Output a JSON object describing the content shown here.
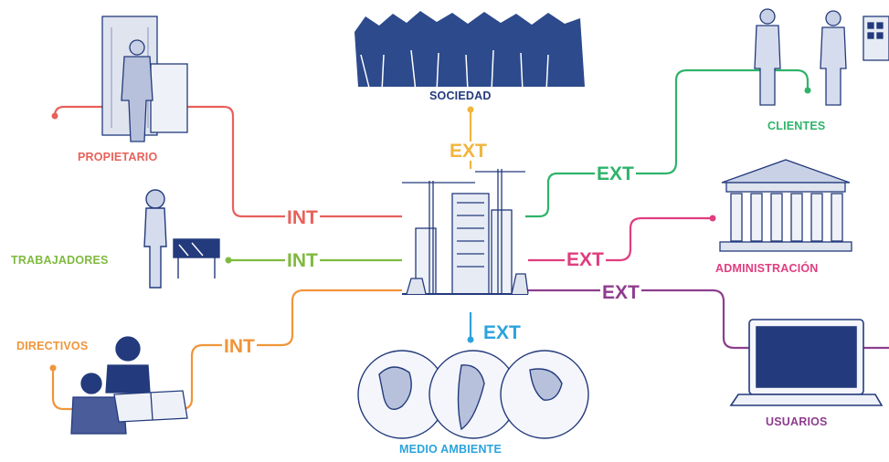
{
  "colors": {
    "propietario": "#e8615a",
    "trabajadores": "#7fba3f",
    "directivos": "#f0953a",
    "sociedad": "#f1b53c",
    "medio_ambiente": "#2ba3dc",
    "clientes": "#2fb36a",
    "administracion": "#e03d7f",
    "usuarios": "#8e3d8e",
    "ink": "#233a7c"
  },
  "labels": {
    "propietario": "PROPIETARIO",
    "trabajadores": "TRABAJADORES",
    "directivos": "DIRECTIVOS",
    "sociedad": "SOCIEDAD",
    "medio_ambiente": "MEDIO AMBIENTE",
    "clientes": "CLIENTES",
    "administracion": "ADMINISTRACIÓN",
    "usuarios": "USUARIOS"
  },
  "tags": {
    "propietario": "INT",
    "trabajadores": "INT",
    "directivos": "INT",
    "sociedad": "EXT",
    "medio_ambiente": "EXT",
    "clientes": "EXT",
    "administracion": "EXT",
    "usuarios": "EXT"
  },
  "icons": {
    "center": "construction-site-icon",
    "propietario": "businessman-building-icon",
    "trabajadores": "worker-barrier-icon",
    "directivos": "executives-meeting-icon",
    "sociedad": "crowd-icon",
    "medio_ambiente": "world-map-icon",
    "clientes": "handshake-clients-icon",
    "administracion": "government-building-icon",
    "usuarios": "laptop-icon"
  }
}
